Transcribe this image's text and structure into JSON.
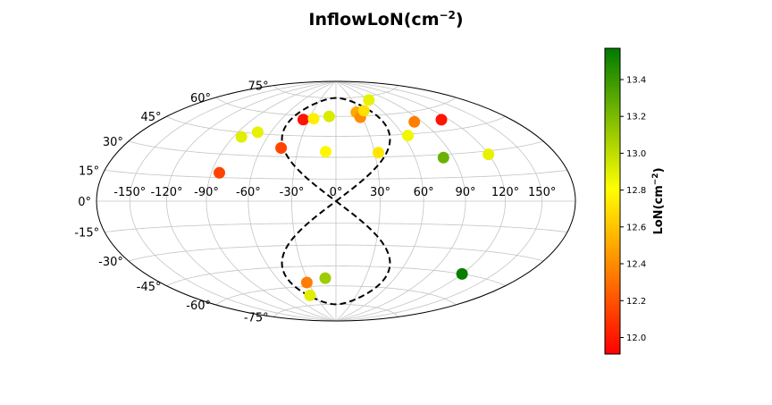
{
  "chart_data": {
    "type": "scatter",
    "projection": "hammer-aitoff",
    "title": "InflowLoN(cm⁻²)",
    "title_main": "InflowLoN(cm",
    "title_sup": "−2",
    "title_close": ")",
    "lon_ticks": [
      "-150°",
      "-120°",
      "-90°",
      "-60°",
      "-30°",
      "0°",
      "30°",
      "60°",
      "90°",
      "120°",
      "150°"
    ],
    "lat_ticks": [
      "75°",
      "60°",
      "45°",
      "30°",
      "15°",
      "0°",
      "-15°",
      "-30°",
      "-45°",
      "-60°",
      "-75°"
    ],
    "grid": true,
    "colorbar": {
      "label": "LoN(cm⁻²)",
      "label_main": "LoN(cm",
      "label_sup": "−2",
      "label_close": ")",
      "min": 11.91,
      "max": 13.57,
      "ticks": [
        "12.0",
        "12.2",
        "12.4",
        "12.6",
        "12.8",
        "13.0",
        "13.2",
        "13.4"
      ],
      "colors": [
        "#ff0000",
        "#ffff00",
        "#007a00"
      ]
    },
    "points": [
      {
        "lon": -84,
        "lat": 18,
        "value": 12.15
      },
      {
        "lon": -83,
        "lat": 42,
        "value": 12.9
      },
      {
        "lon": -72,
        "lat": 46,
        "value": 12.88
      },
      {
        "lon": -44,
        "lat": 36,
        "value": 12.15
      },
      {
        "lon": -36,
        "lat": 57,
        "value": 11.98
      },
      {
        "lon": -25,
        "lat": 58,
        "value": 12.75
      },
      {
        "lon": -8,
        "lat": 60,
        "value": 12.92
      },
      {
        "lon": -8,
        "lat": 34,
        "value": 12.78
      },
      {
        "lon": 26,
        "lat": 63,
        "value": 12.5
      },
      {
        "lon": 28,
        "lat": 59,
        "value": 12.4
      },
      {
        "lon": 37,
        "lat": 64,
        "value": 12.7
      },
      {
        "lon": 33,
        "lat": 33,
        "value": 12.72
      },
      {
        "lon": 60,
        "lat": 72,
        "value": 12.88
      },
      {
        "lon": 64,
        "lat": 44,
        "value": 12.85
      },
      {
        "lon": 82,
        "lat": 53,
        "value": 12.35
      },
      {
        "lon": 82,
        "lat": 28,
        "value": 13.25
      },
      {
        "lon": 112,
        "lat": 52,
        "value": 11.98
      },
      {
        "lon": 120,
        "lat": 28,
        "value": 12.88
      },
      {
        "lon": -32,
        "lat": -57,
        "value": 12.35
      },
      {
        "lon": -11,
        "lat": -54,
        "value": 13.1
      },
      {
        "lon": -38,
        "lat": -67,
        "value": 12.9
      },
      {
        "lon": 120,
        "lat": -45,
        "value": 13.55
      }
    ]
  }
}
